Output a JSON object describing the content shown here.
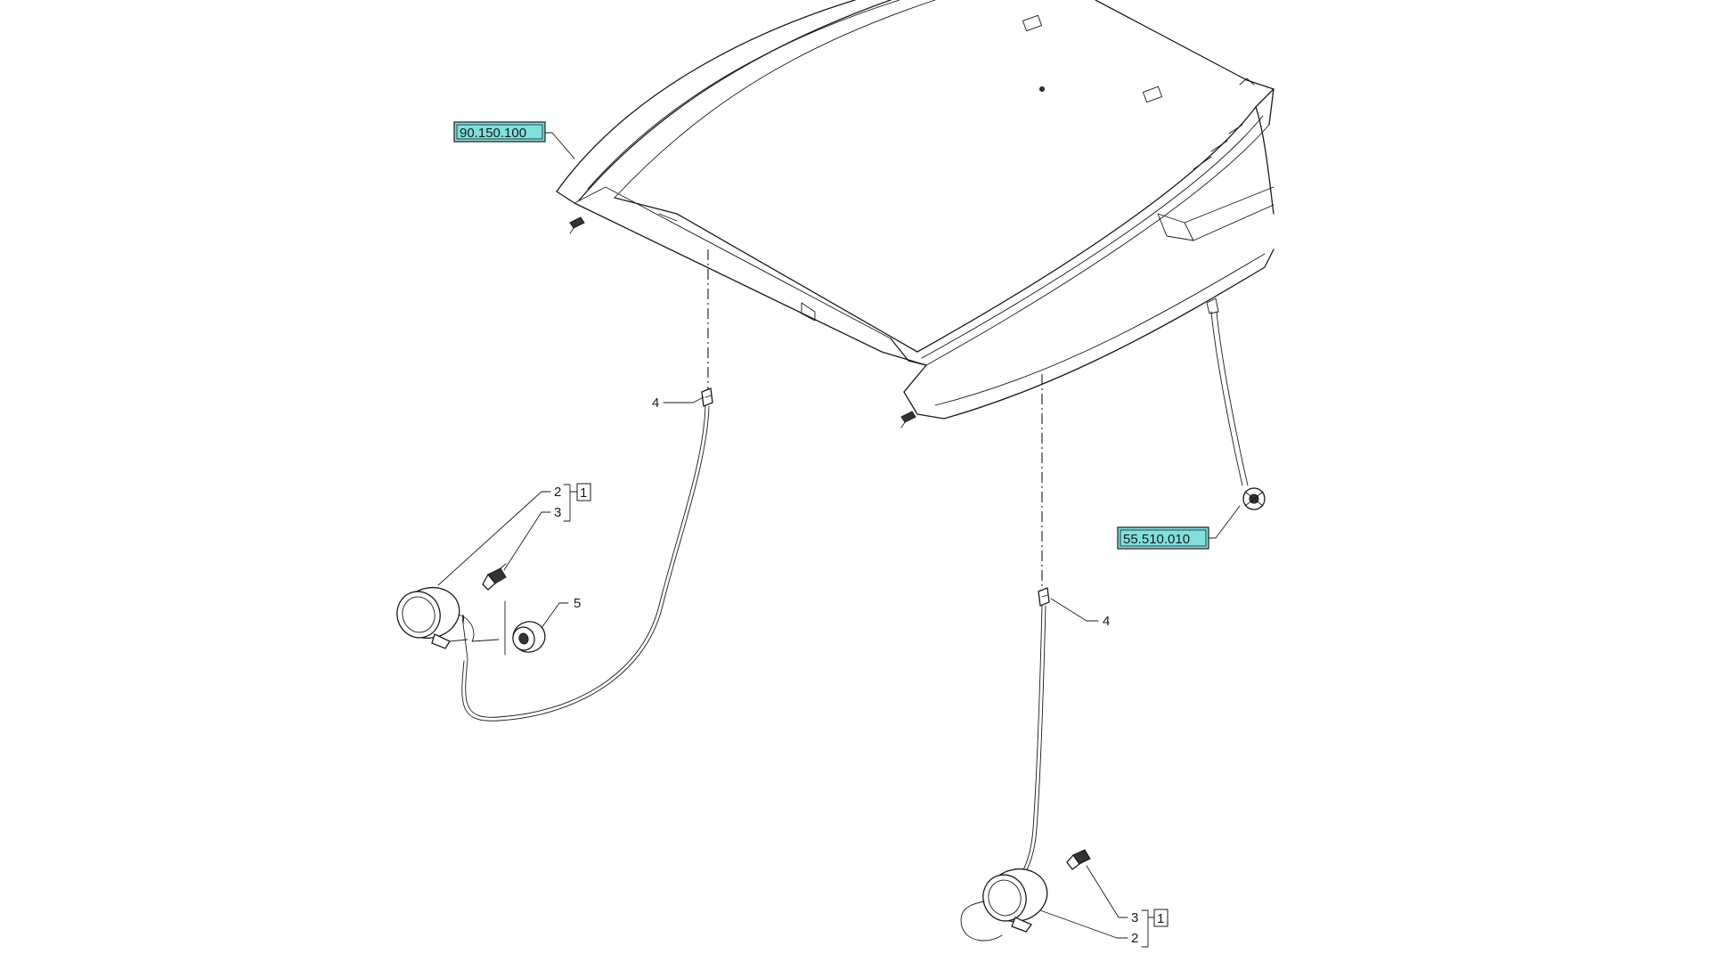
{
  "colors": {
    "line": "#1a1a1a",
    "reference_fill": "#7fe0dc",
    "background": "#ffffff"
  },
  "references": {
    "roof_ref": "90.150.100",
    "harness_ref": "55.510.010"
  },
  "callouts": {
    "left_clip": "4",
    "right_clip": "4",
    "left_lamp_item_a": "2",
    "left_lamp_item_b": "3",
    "left_lamp_group": "1",
    "grommet": "5",
    "right_lamp_item_a": "3",
    "right_lamp_item_b": "2",
    "right_lamp_group": "1"
  }
}
